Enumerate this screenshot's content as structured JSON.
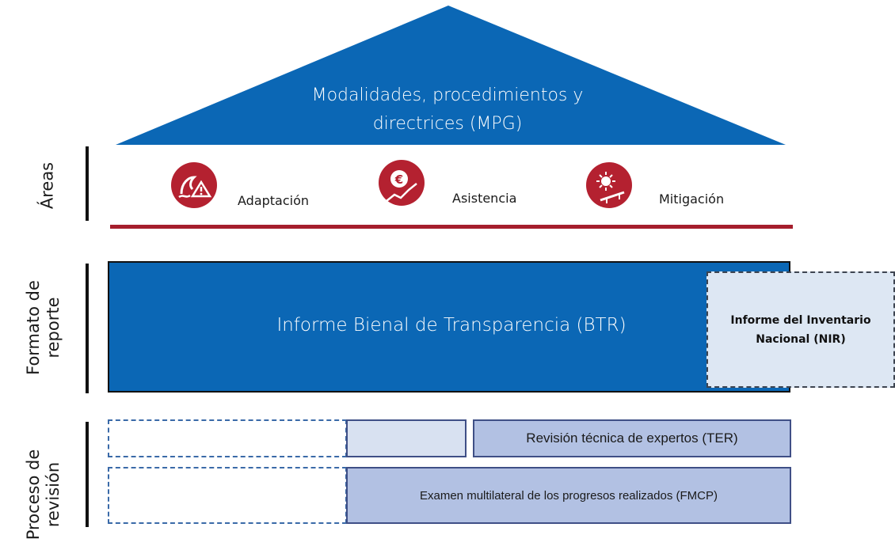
{
  "roof": {
    "title_line1": "Modalidades, procedimientos y",
    "title_line2": "directrices (MPG)",
    "color": "#0b67b5"
  },
  "rows": {
    "areas": "Áreas",
    "formato_line1": "Formato de",
    "formato_line2": "reporte",
    "proceso_line1": "Proceso de",
    "proceso_line2": "revisión"
  },
  "areas": [
    {
      "label": "Adaptación",
      "icon": "wave-warning-icon"
    },
    {
      "label": "Asistencia",
      "icon": "euro-growth-icon"
    },
    {
      "label": "Mitigación",
      "icon": "sun-solar-panel-icon"
    }
  ],
  "area_color": "#b42130",
  "report": {
    "btr": "Informe Bienal de Transparencia (BTR)",
    "nir_line1": "Informe del Inventario",
    "nir_line2": "Nacional (NIR)",
    "btr_color": "#0b67b5"
  },
  "review": {
    "ter": "Revisión técnica de expertos (TER)",
    "fmcp": "Examen multilateral de los progresos realizados (FMCP)"
  }
}
